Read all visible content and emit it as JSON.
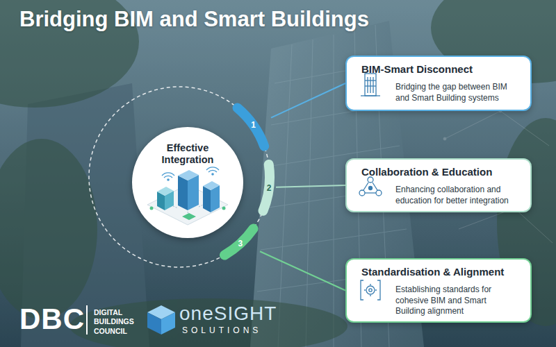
{
  "diagram": {
    "title": "Bridging BIM and Smart Buildings",
    "nodes": [
      {
        "text": [
          "Effective Integration"
        ]
      },
      {
        "text": [
          "1"
        ]
      },
      {
        "text": [
          "BIM-Smart Disconnect",
          "Bridging the gap between BIM and Smart Building systems"
        ]
      },
      {
        "text": [
          "2"
        ]
      },
      {
        "text": [
          "Collaboration & Education",
          "Enhancing collaboration and education for better integration"
        ]
      },
      {
        "text": [
          "3"
        ]
      },
      {
        "text": [
          "Standardisation & Alignment",
          "Establishing standards for cohesive BIM and Smart Building alignment"
        ]
      }
    ],
    "edges": [
      {
        "from": 1,
        "to": 2,
        "arrow": "none"
      },
      {
        "from": 3,
        "to": 4,
        "arrow": "none"
      },
      {
        "from": 5,
        "to": 6,
        "arrow": "none"
      }
    ],
    "labels": [
      "DBC",
      "DIGITAL BUILDINGS COUNCIL",
      "oneSIGHT",
      "SOLUTIONS"
    ]
  }
}
